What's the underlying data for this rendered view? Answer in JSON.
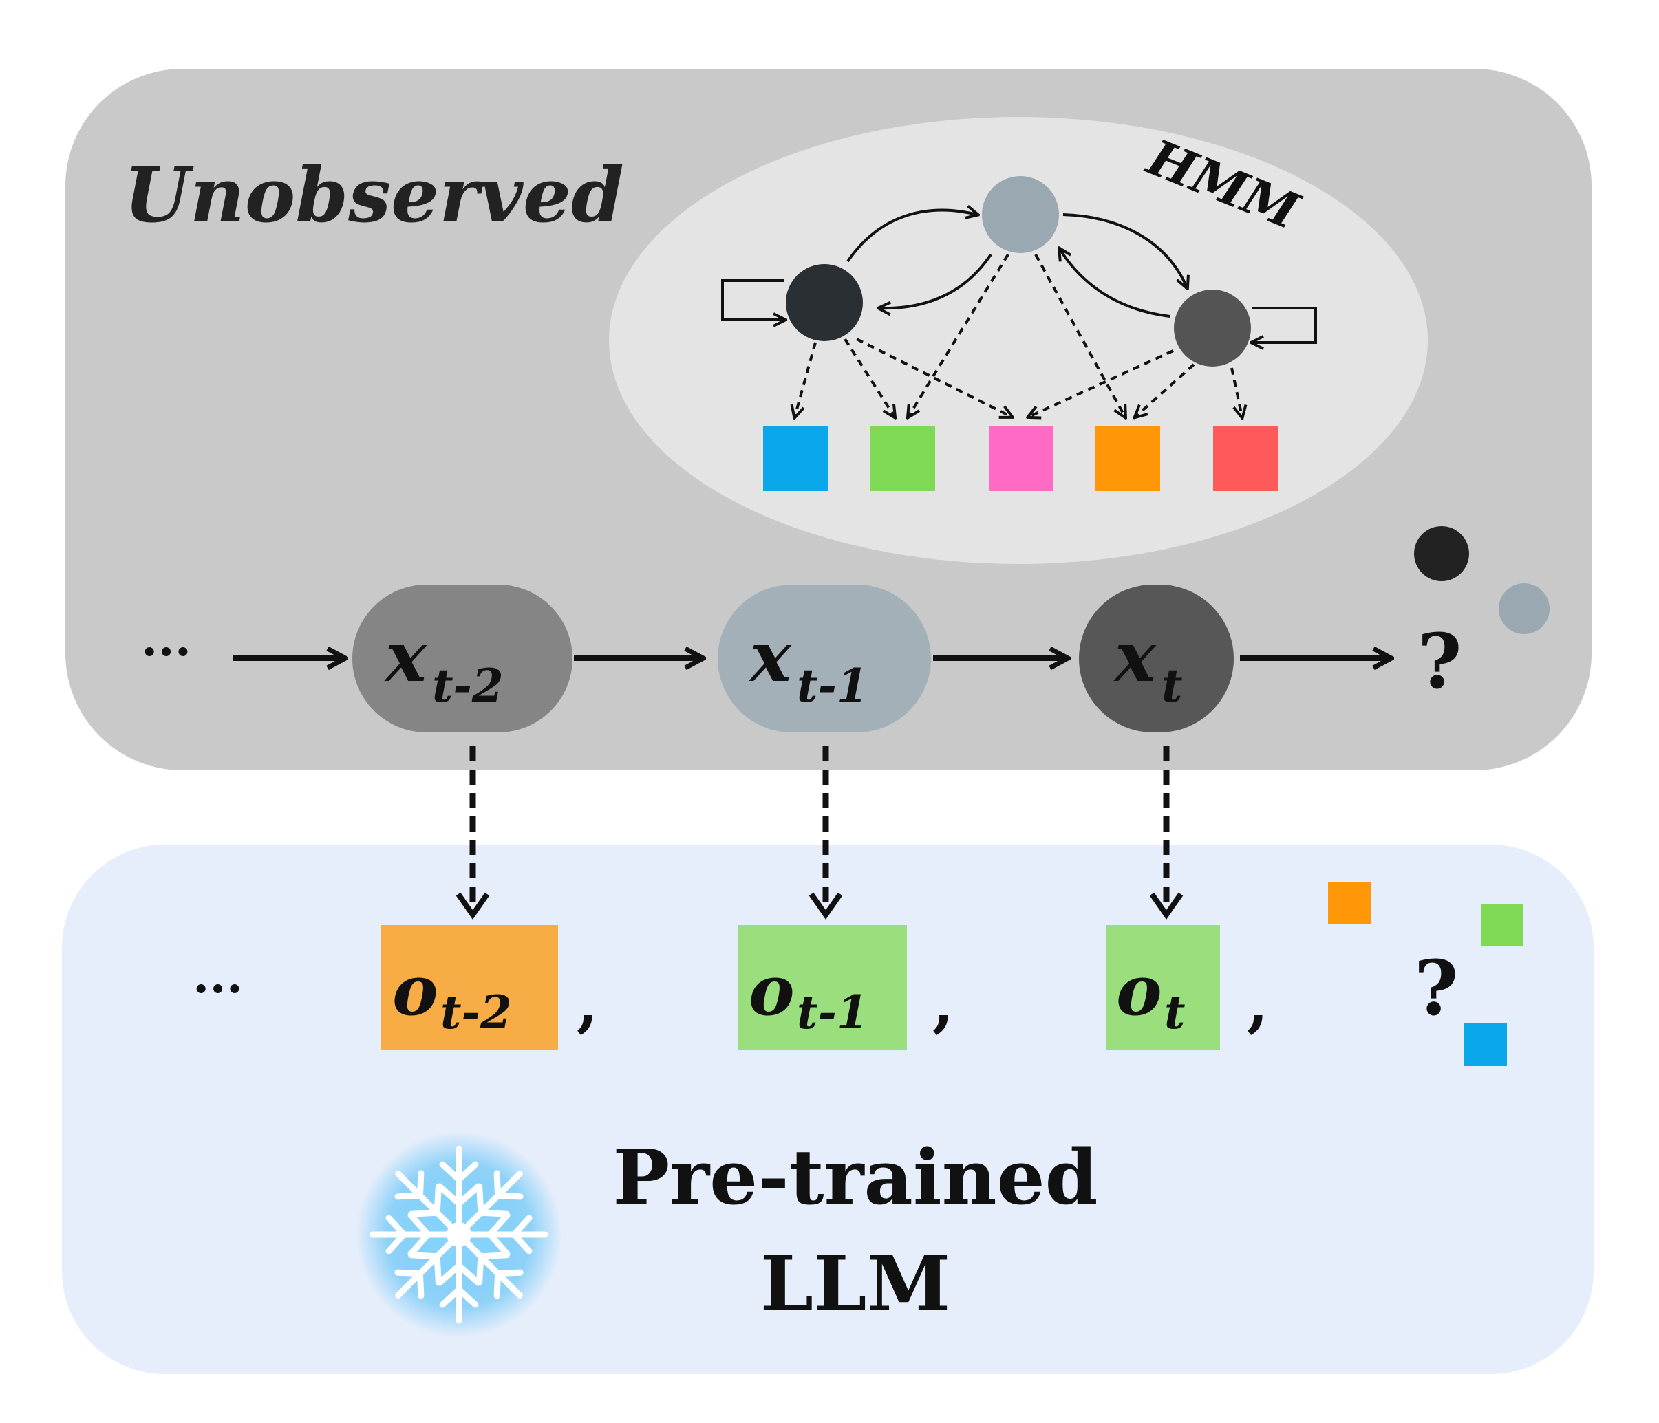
{
  "panels": {
    "top_title": "Unobserved",
    "hmm_label": "HMM",
    "bottom_title_line1": "Pre-trained",
    "bottom_title_line2": "LLM"
  },
  "hidden_chain": {
    "ellipsis": "···",
    "states": [
      {
        "symbol": "x",
        "subscript": "t-2",
        "color": "#858585"
      },
      {
        "symbol": "x",
        "subscript": "t-1",
        "color": "#a4b0b8"
      },
      {
        "symbol": "x",
        "subscript": "t",
        "color": "#575757"
      }
    ],
    "next": "?"
  },
  "observations": {
    "ellipsis": "···",
    "items": [
      {
        "symbol": "o",
        "subscript": "t-2",
        "color": "#f7ac45"
      },
      {
        "symbol": "o",
        "subscript": "t-1",
        "color": "#9ade7e"
      },
      {
        "symbol": "o",
        "subscript": "t",
        "color": "#9ade7e"
      }
    ],
    "separator": ",",
    "next": "?"
  },
  "hmm_states": {
    "colors": [
      "#2a2f33",
      "#9aa8b2",
      "#545454"
    ]
  },
  "emission_colors": [
    "#0aa7ea",
    "#80d955",
    "#ff6ac4",
    "#ff9709",
    "#ff5a5a"
  ],
  "icons": {
    "snowflake": "snowflake-icon"
  }
}
